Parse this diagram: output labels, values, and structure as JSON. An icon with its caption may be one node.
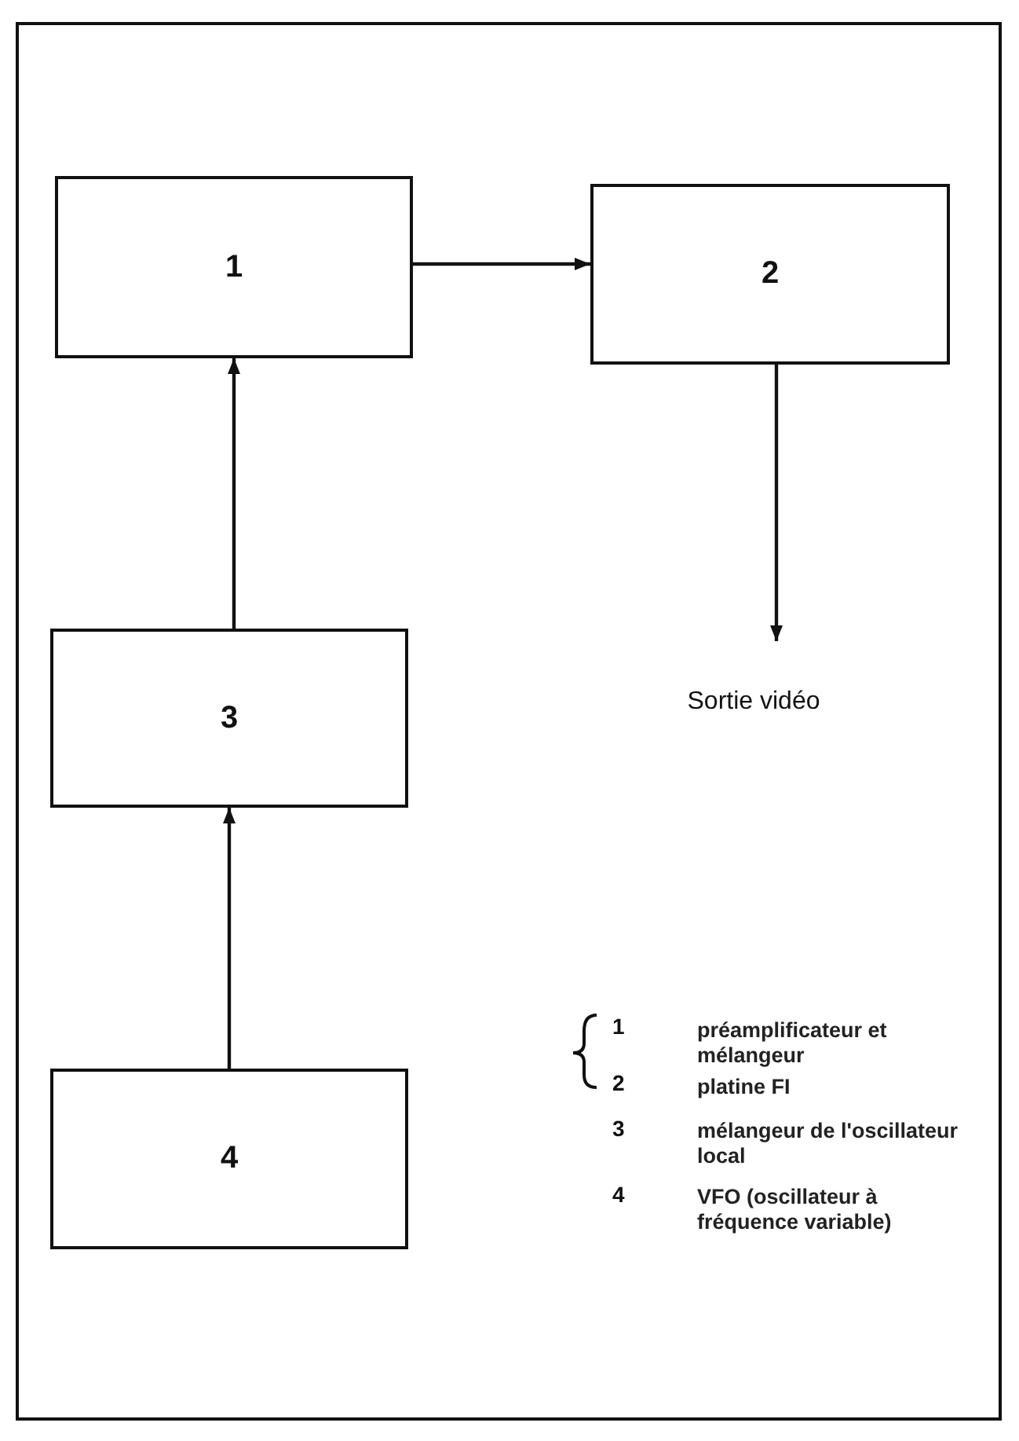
{
  "diagram": {
    "nodes": [
      {
        "text": [
          "1"
        ]
      },
      {
        "text": [
          "2"
        ]
      },
      {
        "text": [
          "3"
        ]
      },
      {
        "text": [
          "4"
        ]
      },
      {
        "text": [
          "Sortie vidéo"
        ]
      }
    ],
    "edges": [
      {
        "from": 0,
        "to": 1,
        "arrow": "to"
      },
      {
        "from": 2,
        "to": 0,
        "arrow": "to"
      },
      {
        "from": 3,
        "to": 2,
        "arrow": "to"
      },
      {
        "from": 1,
        "to": 4,
        "arrow": "to"
      }
    ],
    "labels": [
      "1",
      "préamplificateur et mélangeur",
      "2",
      "platine FI",
      "3",
      "mélangeur de l'oscillateur local",
      "4",
      "VFO (oscillateur à fréquence variable)"
    ]
  }
}
